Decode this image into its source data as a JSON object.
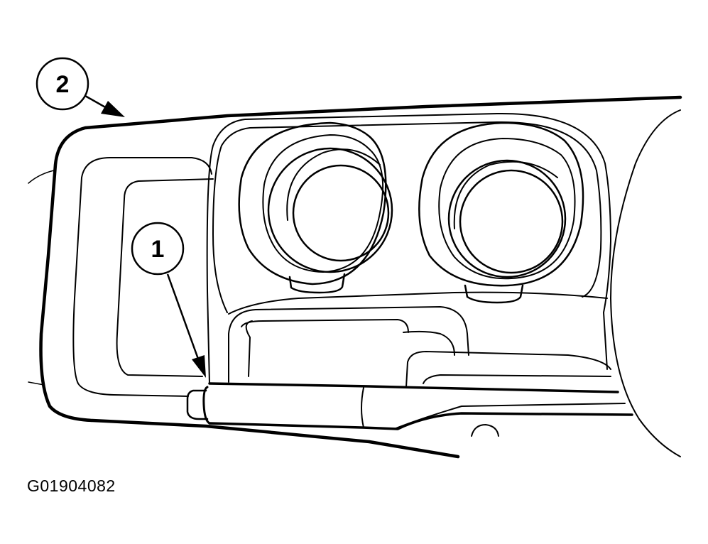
{
  "callouts": [
    {
      "label": "2"
    },
    {
      "label": "1"
    }
  ],
  "figure_id": "G01904082",
  "colors": {
    "line": "#000000",
    "background": "#ffffff"
  }
}
